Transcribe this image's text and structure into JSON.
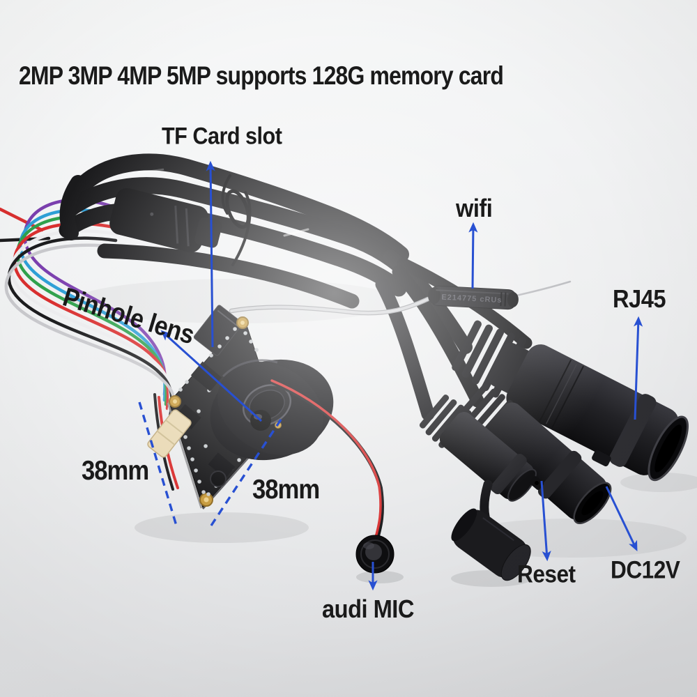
{
  "title": "2MP 3MP 4MP 5MP supports 128G memory card",
  "callouts": {
    "tf_card_slot": "TF Card slot",
    "wifi": "wifi",
    "pinhole_lens": "Pinhole lens",
    "rj45": "RJ45",
    "reset": "Reset",
    "dc12v": "DC12V",
    "audio_mic": "audi MIC"
  },
  "dimensions": {
    "left": "38mm",
    "right": "38mm"
  },
  "wifi_module_marking": "E214775 cRUs",
  "colors": {
    "arrow": "#2850d2",
    "label_text": "#1a1a1a"
  },
  "photo": {
    "wire_colors": [
      "purple",
      "blue",
      "green",
      "red",
      "white",
      "black",
      "gray"
    ],
    "pcb_color": "black",
    "cable_color": "black"
  }
}
